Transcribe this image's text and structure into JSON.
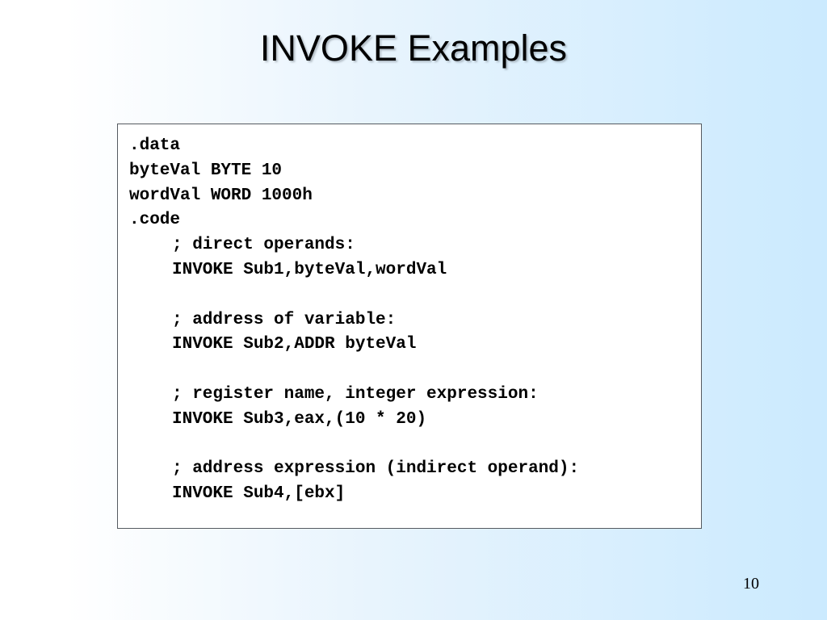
{
  "slide": {
    "title": "INVOKE Examples",
    "page_number": "10"
  },
  "code": {
    "lines": [
      ".data",
      "byteVal BYTE 10",
      "wordVal WORD 1000h",
      ".code",
      "; direct operands:",
      "INVOKE Sub1,byteVal,wordVal",
      "",
      "; address of variable:",
      "INVOKE Sub2,ADDR byteVal",
      "",
      "; register name, integer expression:",
      "INVOKE Sub3,eax,(10 * 20)",
      "",
      "; address expression (indirect operand):",
      "INVOKE Sub4,[ebx]"
    ]
  },
  "colors": {
    "background_left": "#ffffff",
    "background_right": "#cbeafe",
    "code_box_border": "#555a60",
    "text": "#000000"
  }
}
